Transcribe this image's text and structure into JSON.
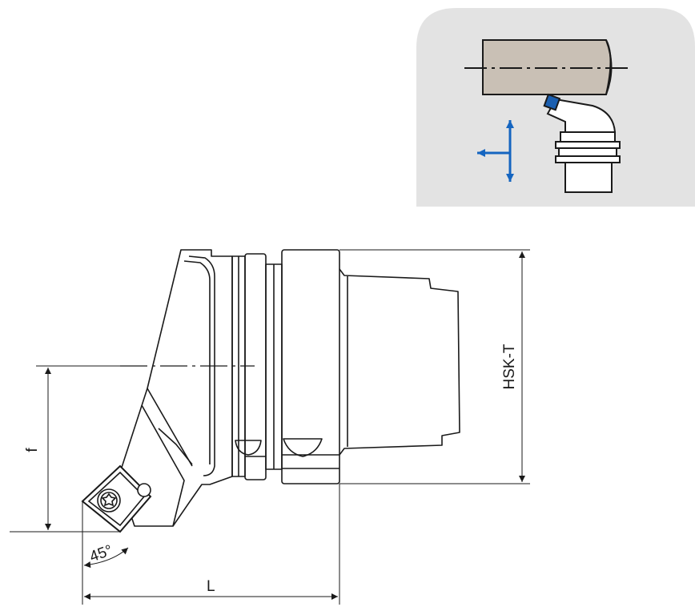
{
  "dimensions": {
    "length_label": "L",
    "offset_label": "f",
    "shank_label": "HSK-T",
    "angle_label": "45°"
  },
  "colors": {
    "inset_background": "#e3e3e3",
    "workpiece_fill": "#c9c0b5",
    "insert_blue": "#1b5fb0",
    "arrow_blue": "#1565c0",
    "line_color": "#1a1a1a"
  }
}
